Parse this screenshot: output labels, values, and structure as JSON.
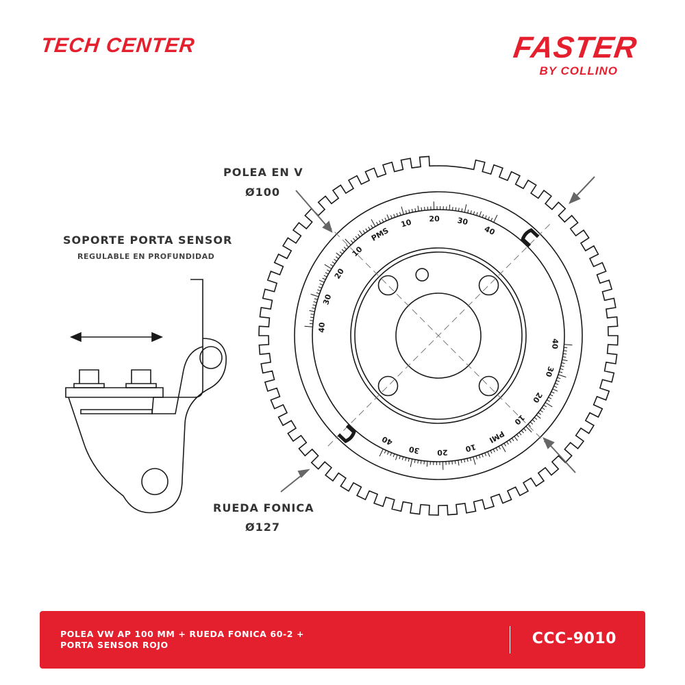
{
  "header": {
    "left_brand": "TECH CENTER",
    "right_brand": "FASTER",
    "right_brand_sub": "BY COLLINO"
  },
  "labels": {
    "polea_title": "POLEA EN V",
    "polea_diameter": "Ø100",
    "soporte_title": "SOPORTE PORTA SENSOR",
    "soporte_sub": "REGULABLE EN PROFUNDIDAD",
    "rueda_title": "RUEDA FONICA",
    "rueda_diameter": "Ø127"
  },
  "scale": {
    "upper_marker": "PMS",
    "lower_marker": "PMI",
    "values": [
      "10",
      "20",
      "30",
      "40"
    ]
  },
  "colors": {
    "brand_red": "#e5202e",
    "line": "#1a1a1a",
    "label_gray": "#333333"
  },
  "icons": [
    "logo-c-icon",
    "arrow-icon"
  ],
  "footer": {
    "description": "POLEA VW AP 100 MM + RUEDA FONICA 60-2 + PORTA SENSOR ROJO",
    "code": "CCC-9010"
  }
}
